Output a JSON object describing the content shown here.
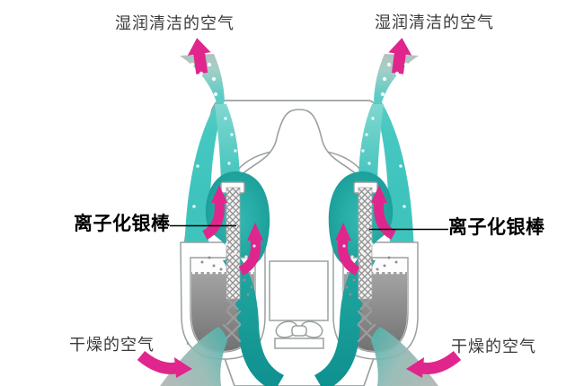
{
  "diagram": {
    "labels": {
      "moist_air_left": "湿润清洁的空气",
      "moist_air_right": "湿润清洁的空气",
      "silver_rod_left": "离子化银棒",
      "silver_rod_right": "离子化银棒",
      "dry_air_left": "干燥的空气",
      "dry_air_right": "干燥的空气"
    },
    "colors": {
      "flow_teal_light": "#4accc5",
      "flow_teal_mid": "#2ab3ac",
      "flow_teal_dark": "#14918f",
      "arrow_magenta": "#e0268c",
      "fade_gray": "#b8beba",
      "outline_gray": "#9aa0a0",
      "tank_gray_top": "#a5a5a5",
      "tank_gray_bottom": "#6f6f6f",
      "label_color": "#3b3b3b",
      "label_bold_color": "#000000"
    }
  }
}
